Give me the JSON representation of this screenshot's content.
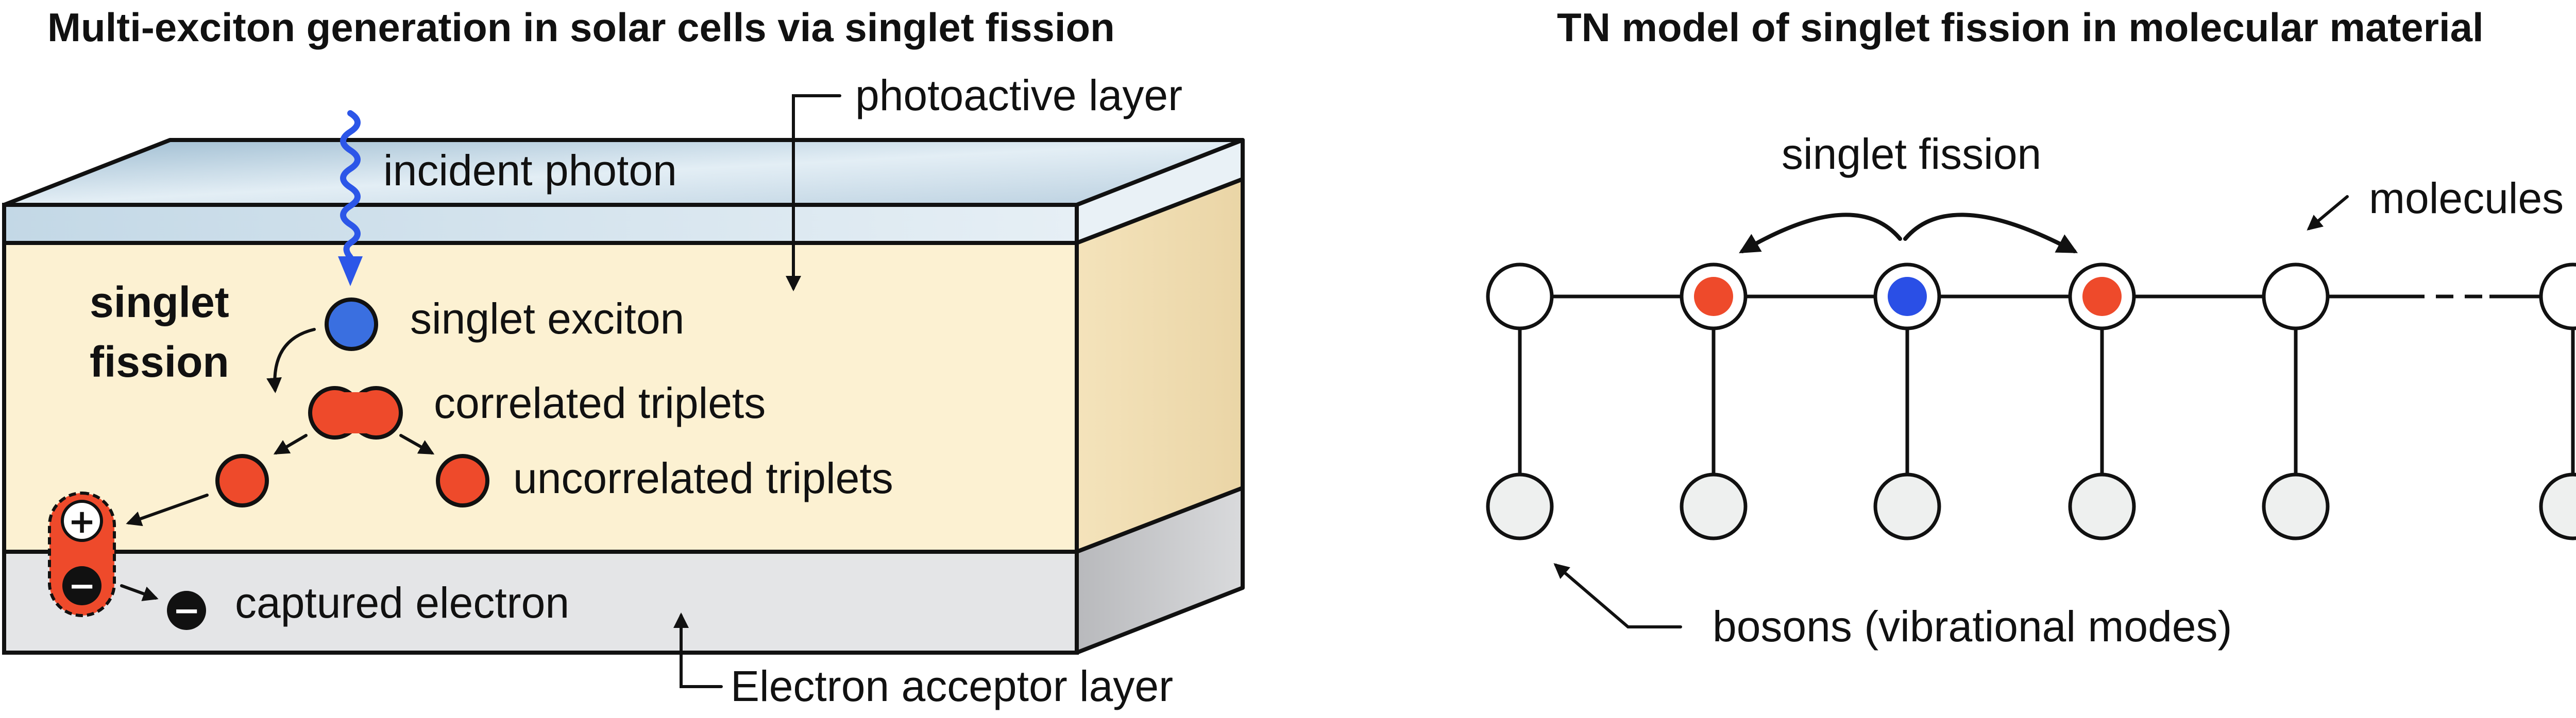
{
  "left_panel": {
    "title": "Multi-exciton generation in solar cells via singlet fission",
    "labels": {
      "photoactive_layer": "photoactive layer",
      "incident_photon": "incident photon",
      "singlet_fission_line1": "singlet",
      "singlet_fission_line2": "fission",
      "singlet_exciton": "singlet exciton",
      "correlated_triplets": "correlated triplets",
      "uncorrelated_triplets": "uncorrelated triplets",
      "captured_electron": "captured electron",
      "electron_acceptor_layer": "Electron acceptor layer",
      "hole_sign": "+",
      "electron_sign": "−"
    }
  },
  "right_panel": {
    "title": "TN model of singlet fission in molecular material",
    "labels": {
      "singlet_fission": "singlet fission",
      "molecules": "molecules",
      "bosons": "bosons (vibrational modes)"
    }
  },
  "colors": {
    "singlet": "#3a6fe0",
    "triplet": "#ee4a2b",
    "photon": "#2c56e8",
    "photoactive": "#fcf1d2",
    "acceptor": "#e4e5e7",
    "top_glass": "#c7dbe8",
    "boson": "#eef0ef"
  }
}
